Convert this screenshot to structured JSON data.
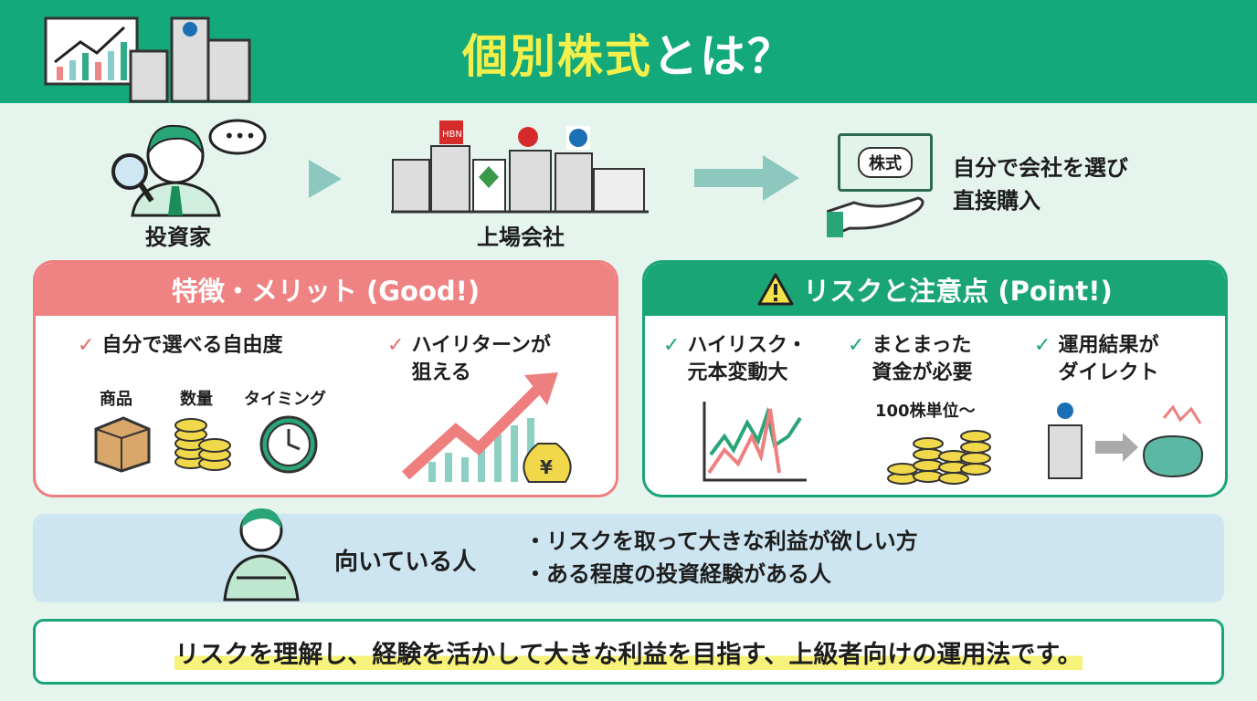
{
  "header": {
    "title_main": "個別株式",
    "title_suffix": "とは？"
  },
  "flow": {
    "investor_label": "投資家",
    "company_label": "上場会社",
    "ticket_label": "株式",
    "description_lines": [
      "自分で会社を選び",
      "直接購入"
    ],
    "company_logo_text": "HBN"
  },
  "merit": {
    "title": "特徴・メリット (Good!)",
    "items": [
      {
        "text": "自分で選べる自由度"
      },
      {
        "text_lines": [
          "ハイリターンが",
          "狙える"
        ]
      }
    ],
    "sub_items": [
      "商品",
      "数量",
      "タイミング"
    ],
    "yen": "¥"
  },
  "risk": {
    "title": "リスクと注意点 (Point!)",
    "items": [
      {
        "lines": [
          "ハイリスク・",
          "元本変動大"
        ]
      },
      {
        "lines": [
          "まとまった",
          "資金が必要"
        ],
        "note": "100株単位〜"
      },
      {
        "lines": [
          "運用結果が",
          "ダイレクト"
        ]
      }
    ]
  },
  "suitable": {
    "label": "向いている人",
    "points": [
      "・リスクを取って大きな利益が欲しい方",
      "・ある程度の投資経験がある人"
    ]
  },
  "summary": "リスクを理解し、経験を活かして大きな利益を目指す、上級者向けの運用法です。",
  "colors": {
    "green": "#13a97b",
    "red": "#ee7f7f",
    "yellow": "#f3f04b",
    "blue_band": "#cde5f1"
  }
}
